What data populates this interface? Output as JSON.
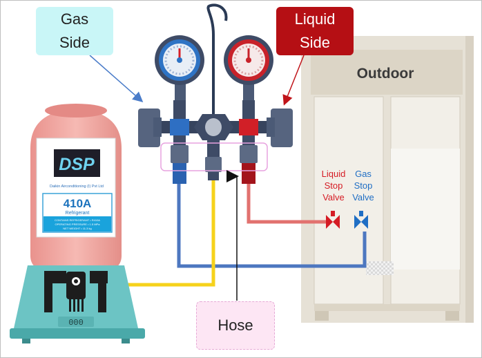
{
  "callouts": {
    "gas_side": {
      "line1": "Gas",
      "line2": "Side",
      "bg": "#c9f6f7",
      "color": "#222222"
    },
    "liquid_side": {
      "line1": "Liquid",
      "line2": "Side",
      "bg": "#b50f14",
      "color": "#ffffff"
    },
    "hose": {
      "label": "Hose",
      "bg": "#fde6f4",
      "color": "#222222"
    }
  },
  "outdoor_unit": {
    "title": "Outdoor"
  },
  "valves": {
    "liquid_stop": {
      "line1": "Liquid",
      "line2": "Stop",
      "line3": "Valve",
      "color": "#d51b24"
    },
    "gas_stop": {
      "line1": "Gas",
      "line2": "Stop",
      "line3": "Valve",
      "color": "#1f6ec4"
    }
  },
  "refrigerant_cylinder": {
    "brand_logo": "DSP",
    "company": "Daikin Airconditioning (I) Pvt Ltd",
    "gas_type": "410A",
    "gas_type_sub": "Refrigerant",
    "label_rows": [
      "CONTAINS REFRIGERANT • R410A",
      "OPERATING PRESSURE • 1.5 MPa",
      "NET WEIGHT • 11.3 kg"
    ]
  },
  "scale": {
    "display": "000"
  },
  "colors": {
    "gas_blue": "#2f6fc0",
    "liquid_red": "#cf1f28",
    "hose_yellow": "#f7d41c",
    "cylinder_pink": "#efa29e",
    "scale_teal": "#6fc6c6",
    "outdoor_beige": "#e9e4d9"
  }
}
